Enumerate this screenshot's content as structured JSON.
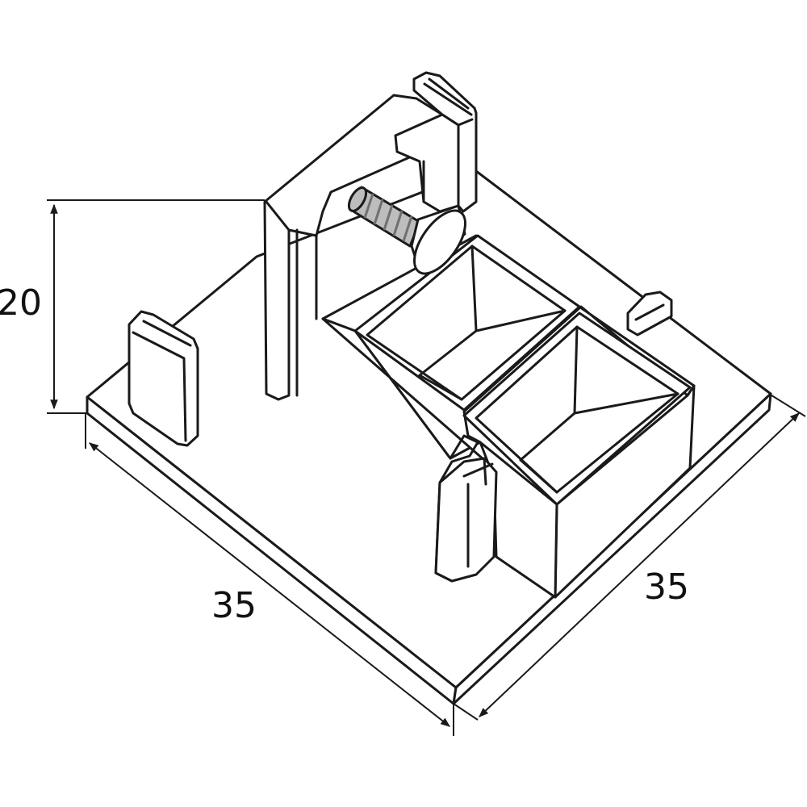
{
  "dimensions": {
    "height": "20",
    "width_left": "35",
    "width_right": "35"
  },
  "colors": {
    "stroke": "#1a1a1a",
    "part_fill": "#ffffff",
    "screw_fill": "#bdbdbd",
    "screw_stripe": "#6f6f6f"
  }
}
